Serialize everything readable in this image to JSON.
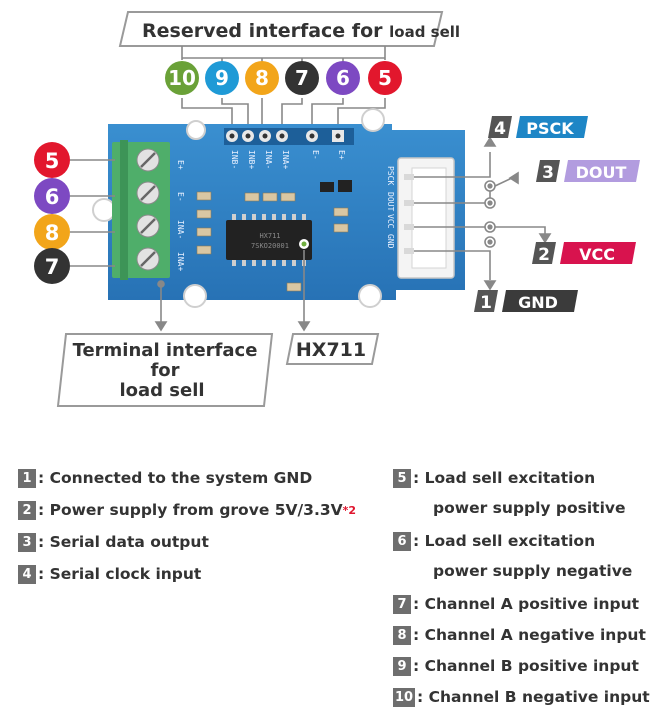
{
  "title_reserved": "Reserved interface for",
  "title_reserved_suffix": "load sell",
  "terminal_label": [
    "Terminal interface",
    "for",
    "load sell"
  ],
  "chip_label": "HX711",
  "top_pins": [
    "10",
    "9",
    "8",
    "7",
    "6",
    "5"
  ],
  "left_pins": [
    "5",
    "6",
    "8",
    "7"
  ],
  "right_pins": [
    {
      "num": "4",
      "name": "PSCK"
    },
    {
      "num": "3",
      "name": "DOUT"
    },
    {
      "num": "2",
      "name": "VCC"
    },
    {
      "num": "1",
      "name": "GND"
    }
  ],
  "board_header_labels": [
    "INB-",
    "INB+",
    "INA-",
    "INA+",
    "E-",
    "E+"
  ],
  "board_side_labels": [
    "E+",
    "E-",
    "INA-",
    "INA+"
  ],
  "grove_labels": [
    "PSCK",
    "DOUT",
    "VCC",
    "GND"
  ],
  "chip_marking": [
    "HX711",
    "7SKO20001"
  ],
  "colors": {
    "pin5": "#e2172d",
    "pin6": "#7d49c2",
    "pin7": "#333333",
    "pin8": "#f2a51a",
    "pin9": "#1f9ad6",
    "pin10": "#6aa138",
    "psck": "#1e86c6",
    "dout": "#b29cdf",
    "vcc": "#d8134e",
    "gnd": "#3b3b3b",
    "board": "#2f81c4",
    "terminal": "#4fae6a"
  },
  "legend_left": [
    {
      "num": "1",
      "text": ": Connected to the system GND",
      "note": ""
    },
    {
      "num": "2",
      "text": ": Power supply from grove 5V/3.3V",
      "note": "*2"
    },
    {
      "num": "3",
      "text": ": Serial data output",
      "note": ""
    },
    {
      "num": "4",
      "text": ": Serial clock input",
      "note": ""
    }
  ],
  "legend_right": [
    {
      "num": "5",
      "text": ": Load sell excitation",
      "cont": "power supply positive"
    },
    {
      "num": "6",
      "text": ": Load sell excitation",
      "cont": "power supply negative"
    },
    {
      "num": "7",
      "text": ": Channel A positive input",
      "cont": ""
    },
    {
      "num": "8",
      "text": ": Channel A negative input",
      "cont": ""
    },
    {
      "num": "9",
      "text": ": Channel B positive input",
      "cont": ""
    },
    {
      "num": "10",
      "text": ": Channel B negative input",
      "cont": ""
    }
  ]
}
